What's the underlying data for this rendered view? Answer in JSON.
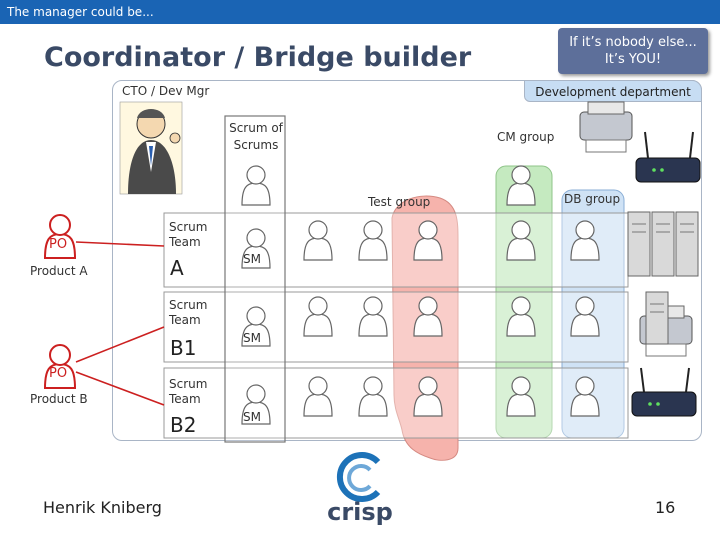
{
  "header": {
    "text": "The manager could be..."
  },
  "title": "Coordinator / Bridge builder",
  "callout": {
    "line1": "If it’s nobody else...",
    "line2": "It’s YOU!"
  },
  "dept_label": "Development department",
  "cto_label": "CTO / Dev Mgr",
  "scrum_of_scrums": {
    "line1": "Scrum of",
    "line2": "Scrums"
  },
  "groups": {
    "test": "Test group",
    "cm": "CM group",
    "db": "DB group"
  },
  "teams": [
    {
      "line1": "Scrum",
      "line2": "Team",
      "letter": "A"
    },
    {
      "line1": "Scrum",
      "line2": "Team",
      "letter": "B1"
    },
    {
      "line1": "Scrum",
      "line2": "Team",
      "letter": "B2"
    }
  ],
  "sm_label": "SM",
  "po_label": "PO",
  "products": {
    "a": "Product A",
    "b": "Product B"
  },
  "footer": {
    "author": "Henrik Kniberg",
    "logo": "crisp",
    "page": "16"
  },
  "colors": {
    "header": "#1a64b4",
    "title": "#3a4a66",
    "test_group": "#f6b3ac",
    "cm_group": "#c5eac0",
    "db_group": "#cfe2f5",
    "po": "#cc2020"
  }
}
